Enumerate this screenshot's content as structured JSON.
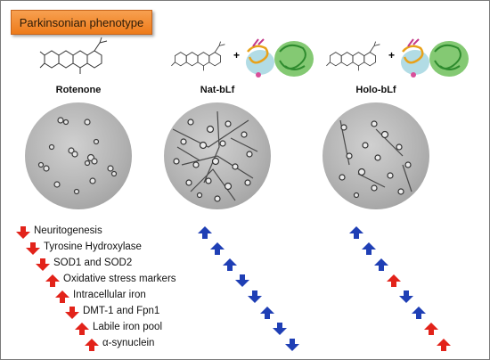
{
  "title": "Parkinsonian phenotype",
  "conditions": [
    {
      "name": "Rotenone"
    },
    {
      "name": "Nat-bLf"
    },
    {
      "name": "Holo-bLf"
    }
  ],
  "plus_sign": "+",
  "markers": [
    {
      "label": "Neuritogenesis",
      "rotenone": "down",
      "nat_blf": "up",
      "holo_blf": "up"
    },
    {
      "label": "Tyrosine Hydroxylase",
      "rotenone": "down",
      "nat_blf": "up",
      "holo_blf": "up"
    },
    {
      "label": "SOD1 and SOD2",
      "rotenone": "down",
      "nat_blf": "up",
      "holo_blf": "up"
    },
    {
      "label": "Oxidative stress markers",
      "rotenone": "up",
      "nat_blf": "down",
      "holo_blf": "up"
    },
    {
      "label": "Intracellular iron",
      "rotenone": "up",
      "nat_blf": "down",
      "holo_blf": "down"
    },
    {
      "label": "DMT-1 and Fpn1",
      "rotenone": "down",
      "nat_blf": "up",
      "holo_blf": "up"
    },
    {
      "label": "Labile iron pool",
      "rotenone": "up",
      "nat_blf": "down",
      "holo_blf": "up"
    },
    {
      "label": "α-synuclein",
      "rotenone": "up",
      "nat_blf": "down",
      "holo_blf": "up"
    }
  ],
  "colors": {
    "title_bg": "#ee7b1a",
    "rotenone_arrow": "#e2231a",
    "nat_arrow": "#1f3fb5",
    "holo_up_arrow": "#1f3fb5",
    "holo_red_arrow": "#e2231a"
  },
  "icons": {
    "molecule": "rotenone-structure-icon",
    "protein": "lactoferrin-protein-icon",
    "arrow_up": "arrow-up-icon",
    "arrow_down": "arrow-down-icon"
  }
}
